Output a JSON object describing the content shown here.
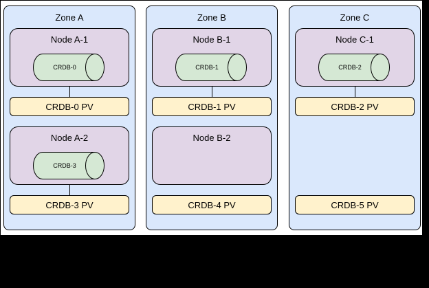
{
  "zones": [
    {
      "title": "Zone A",
      "nodes": [
        {
          "title": "Node A-1",
          "db": "CRDB-0",
          "pv": "CRDB-0 PV",
          "connected": true
        },
        {
          "title": "Node A-2",
          "db": "CRDB-3",
          "pv": "CRDB-3 PV",
          "connected": true
        }
      ]
    },
    {
      "title": "Zone B",
      "nodes": [
        {
          "title": "Node B-1",
          "db": "CRDB-1",
          "pv": "CRDB-1 PV",
          "connected": true
        },
        {
          "title": "Node B-2",
          "db": null,
          "pv": "CRDB-4 PV",
          "connected": false
        }
      ]
    },
    {
      "title": "Zone C",
      "nodes": [
        {
          "title": "Node C-1",
          "db": "CRDB-2",
          "pv": "CRDB-2 PV",
          "connected": true
        },
        {
          "title": null,
          "db": null,
          "pv": "CRDB-5 PV",
          "connected": false
        }
      ]
    }
  ],
  "colors": {
    "page_background": "#000000",
    "canvas_background": "#ffffff",
    "zone_fill": "#dae8fc",
    "node_fill": "#e1d5e7",
    "cylinder_fill": "#d5e8d4",
    "pv_fill": "#fff2cc",
    "border": "#000000",
    "text": "#000000"
  }
}
